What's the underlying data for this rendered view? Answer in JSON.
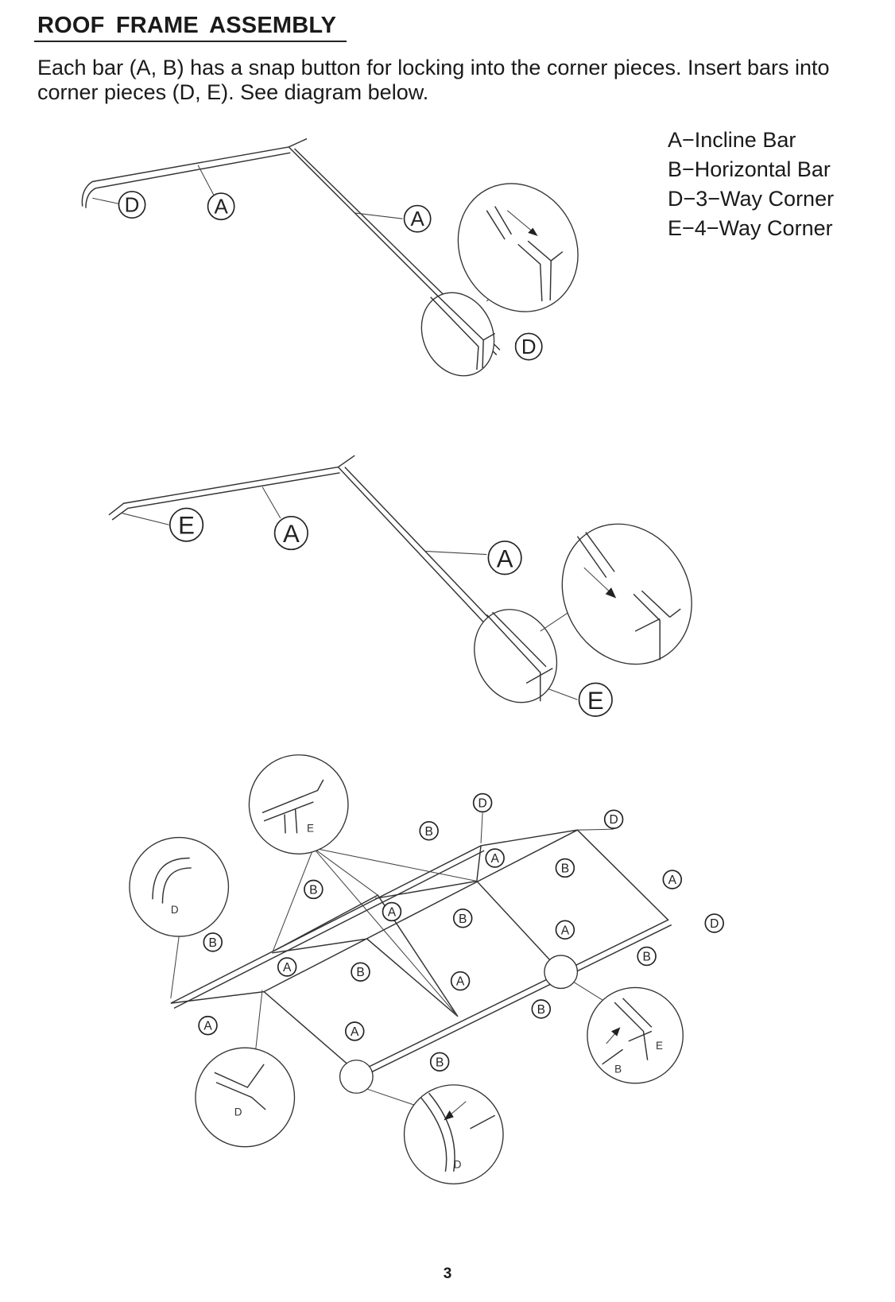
{
  "header": {
    "title": "ROOF  FRAME  ASSEMBLY"
  },
  "intro": "Each bar (A, B) has a snap button for locking into the corner pieces. Insert bars into corner pieces (D, E). See diagram below.",
  "legend": [
    {
      "text": "A−Incline Bar"
    },
    {
      "text": "B−Horizontal Bar"
    },
    {
      "text": "D−3−Way Corner"
    },
    {
      "text": "E−4−Way Corner"
    }
  ],
  "diagram1": {
    "labels": [
      "D",
      "A",
      "A",
      "D"
    ]
  },
  "diagram2": {
    "labels": [
      "E",
      "A",
      "A",
      "E"
    ]
  },
  "diagram3": {
    "labels": [
      "D",
      "B",
      "D",
      "A",
      "B",
      "A",
      "B",
      "A",
      "B",
      "D",
      "A",
      "B",
      "B",
      "A",
      "B",
      "A",
      "B",
      "A",
      "A",
      "B"
    ],
    "detail_labels": [
      "E",
      "D",
      "D",
      "D",
      "E",
      "B"
    ]
  },
  "page_number": "3"
}
